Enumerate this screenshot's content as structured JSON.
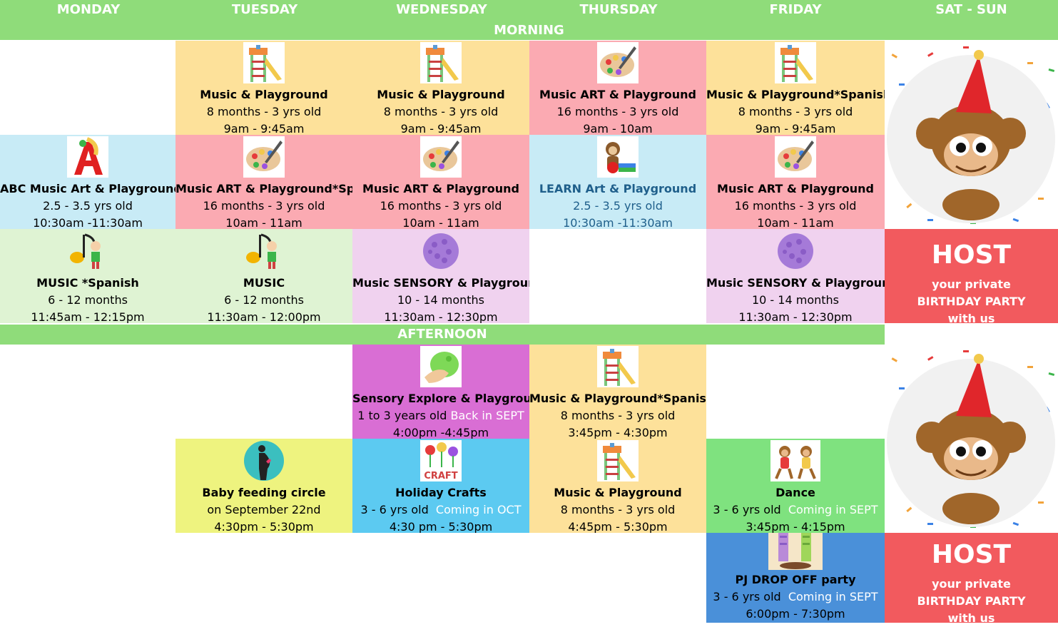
{
  "days": [
    "MONDAY",
    "TUESDAY",
    "WEDNESDAY",
    "THURSDAY",
    "FRIDAY",
    "SAT - SUN"
  ],
  "sections": {
    "morning": "MORNING",
    "afternoon": "AFTERNOON"
  },
  "colors": {
    "header_green": "#8fdc7a",
    "yellow": "#fde19a",
    "pink": "#fbaab2",
    "light_blue": "#c8ebf6",
    "light_green": "#dff3d3",
    "lavender": "#f0d2ef",
    "magenta": "#d96ed4",
    "sky_blue": "#5ccaf1",
    "lime_yellow": "#eef37f",
    "green": "#7fe27f",
    "dark_blue": "#4a90d9",
    "red": "#f25a5e"
  },
  "classes": [
    {
      "icon": "playground-slide-icon",
      "title": "Music & Playground",
      "line2": "8 months - 3 yrs old",
      "line3": "9am - 9:45am"
    },
    {
      "icon": "playground-slide-icon",
      "title": "Music & Playground",
      "line2": "8 months - 3 yrs old",
      "line3": "9am - 9:45am"
    },
    {
      "icon": "paint-palette-icon",
      "title": "Music ART & Playground",
      "line2": "16 months - 3 yrs old",
      "line3": "9am - 10am"
    },
    {
      "icon": "playground-slide-icon",
      "title": "Music & Playground*Spanish",
      "line2": "8 months - 3 yrs old",
      "line3": "9am - 9:45am"
    },
    {
      "icon": "letter-a-icon",
      "title": "ABC Music Art & Playground",
      "line2": "2.5 - 3.5 yrs old",
      "line3": "10:30am -11:30am"
    },
    {
      "icon": "paint-palette-icon",
      "title": "Music ART & Playground*Spanish",
      "line2": "16 months - 3 yrs old",
      "line3": "10am - 11am"
    },
    {
      "icon": "paint-palette-icon",
      "title": "Music ART & Playground",
      "line2": "16 months - 3 yrs old",
      "line3": "10am - 11am"
    },
    {
      "icon": "monkey-books-icon",
      "title": "LEARN Art & Playground",
      "line2": "2.5 - 3.5 yrs old",
      "line3": "10:30am -11:30am"
    },
    {
      "icon": "paint-palette-icon",
      "title": "Music ART & Playground",
      "line2": "16 months - 3 yrs old",
      "line3": "10am - 11am"
    },
    {
      "icon": "music-note-kid-icon",
      "title": "MUSIC *Spanish",
      "line2": "6 - 12 months",
      "line3": "11:45am - 12:15pm"
    },
    {
      "icon": "music-note-kid-icon",
      "title": "MUSIC",
      "line2": "6 - 12 months",
      "line3": "11:30am - 12:00pm"
    },
    {
      "icon": "sensory-ball-icon",
      "title": "Music SENSORY & Playground",
      "line2": "10 - 14 months",
      "line3": "11:30am - 12:30pm"
    },
    {
      "icon": "sensory-ball-icon",
      "title": "Music SENSORY & Playground",
      "line2": "10 - 14 months",
      "line3": "11:30am - 12:30pm"
    },
    {
      "icon": "slime-hand-icon",
      "title": "Sensory Explore & Playground",
      "line2": "1 to 3 years old",
      "note": "Back in SEPT",
      "line3": "4:00pm -4:45pm"
    },
    {
      "icon": "playground-slide-icon",
      "title": "Music & Playground*Spanish",
      "line2": "8 months - 3 yrs old",
      "line3": "3:45pm - 4:30pm"
    },
    {
      "icon": "pregnant-silhouette-icon",
      "title": "Baby feeding circle",
      "line2": "on September 22nd",
      "line3": "4:30pm - 5:30pm"
    },
    {
      "icon": "craft-flowers-icon",
      "title": "Holiday Crafts",
      "line2": "3 - 6 yrs old",
      "note": "Coming in OCT",
      "line3": "4:30 pm - 5:30pm"
    },
    {
      "icon": "playground-slide-icon",
      "title": "Music & Playground",
      "line2": "8 months - 3 yrs old",
      "line3": "4:45pm - 5:30pm"
    },
    {
      "icon": "dancing-monkeys-icon",
      "title": "Dance",
      "line2": "3 - 6 yrs old",
      "note": "Coming in SEPT",
      "line3": "3:45pm - 4:15pm"
    },
    {
      "icon": "pajama-legs-icon",
      "title": "PJ DROP OFF party",
      "line2": "3 - 6 yrs old",
      "note": "Coming in SEPT",
      "line3": "6:00pm - 7:30pm"
    }
  ],
  "weekend": {
    "party_icon": "party-monkey-icon",
    "host": {
      "big": "HOST",
      "line1": "your private",
      "line2": "BIRTHDAY PARTY",
      "line3": "with us"
    }
  }
}
